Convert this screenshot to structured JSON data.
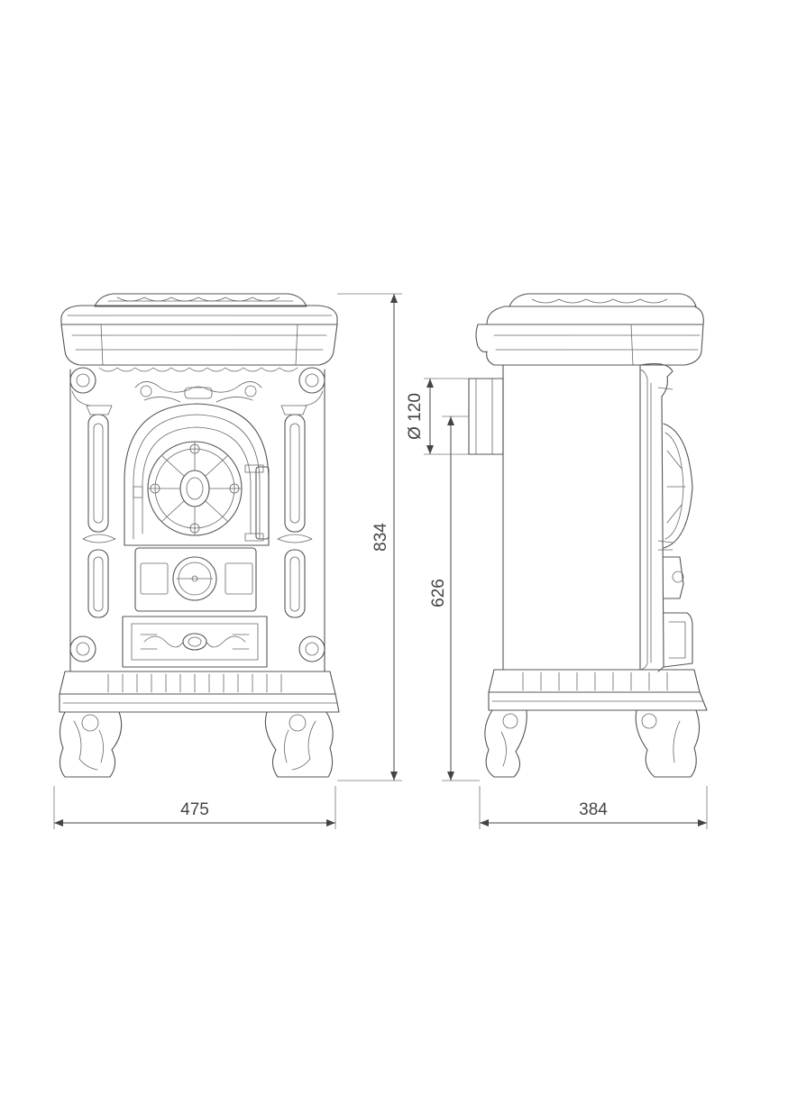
{
  "dimensions": {
    "front_width": "475",
    "side_depth": "384",
    "total_height": "834",
    "flue_height": "626",
    "flue_diameter": "Ø 120"
  },
  "colors": {
    "line": "#555555",
    "dimension": "#444444",
    "background": "#ffffff"
  }
}
